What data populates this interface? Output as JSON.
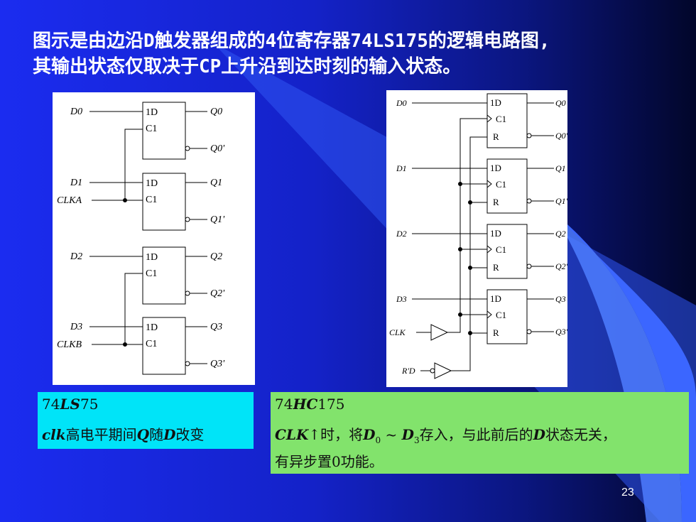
{
  "slide": {
    "title_line1": "图示是由边沿D触发器组成的4位寄存器74LS175的逻辑电路图,",
    "title_line2": "其输出状态仅取决于CP上升沿到达时刻的输入状态。",
    "page_number": "23"
  },
  "left_diagram": {
    "inputs": [
      "D0",
      "D1",
      "CLKA",
      "D2",
      "D3",
      "CLKB"
    ],
    "outputs": [
      "Q0",
      "Q0'",
      "Q1",
      "Q1'",
      "Q2",
      "Q2'",
      "Q3",
      "Q3'"
    ],
    "pin_d": "1D",
    "pin_c": "C1"
  },
  "right_diagram": {
    "inputs": [
      "D0",
      "D1",
      "D2",
      "D3",
      "CLK",
      "R'D"
    ],
    "outputs": [
      "Q0",
      "Q0'",
      "Q1",
      "Q1'",
      "Q2",
      "Q2'",
      "Q3",
      "Q3'"
    ],
    "pin_d": "1D",
    "pin_c": "C1",
    "pin_r": "R"
  },
  "caption_left": {
    "model_prefix": "74",
    "model_bold": "LS",
    "model_suffix": "75",
    "desc_bold1": "clk",
    "desc_text1": "高电平期间",
    "desc_bold2": "Q",
    "desc_text2": "随",
    "desc_bold3": "D",
    "desc_text3": "改变"
  },
  "caption_right": {
    "model_prefix": "74",
    "model_bold": "HC",
    "model_suffix": "175",
    "clk": "CLK",
    "arrow_text": "↑时，将",
    "d0": "D",
    "d0_sub": "0",
    "tilde": " ~ ",
    "d3": "D",
    "d3_sub": "3",
    "text_mid": "存入，与此前后的",
    "d_bold": "D",
    "text_end": "状态无关，",
    "line3": "有异步置0功能。"
  }
}
